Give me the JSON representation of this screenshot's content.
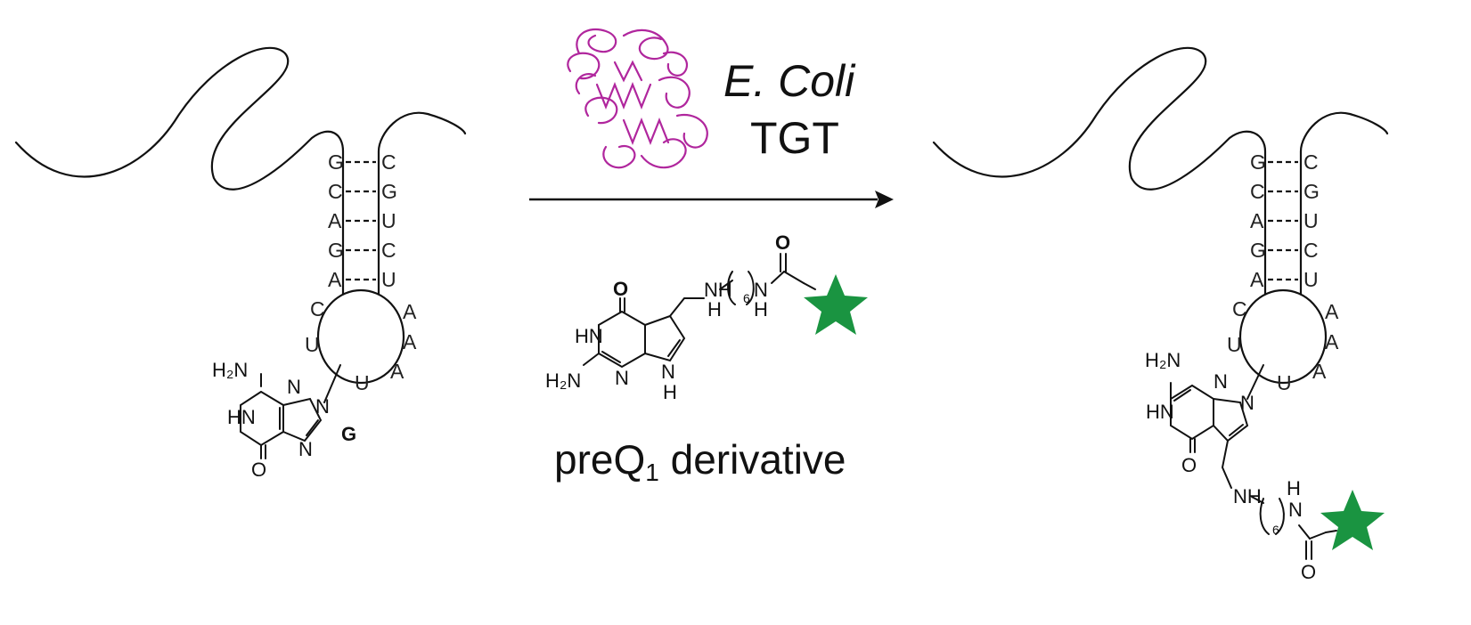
{
  "enzyme": {
    "species": "E. Coli",
    "name": "TGT"
  },
  "substrate": {
    "label_main": "preQ",
    "label_sub": "1",
    "label_rest": " derivative",
    "chain_count": "6"
  },
  "hairpin": {
    "stem_left": [
      "G",
      "C",
      "A",
      "G",
      "A"
    ],
    "stem_right": [
      "C",
      "G",
      "U",
      "C",
      "U"
    ],
    "loop_left": [
      "C",
      "U"
    ],
    "loop_right": [
      "A",
      "A",
      "A",
      "U"
    ]
  },
  "guanine": {
    "amine": "H₂N",
    "nh": "HN",
    "n": "N",
    "o": "O",
    "label": "G"
  },
  "preq": {
    "o": "O",
    "hn": "HN",
    "amine": "H₂N",
    "n": "N",
    "nh_bottom": "H",
    "amide_o": "O",
    "linker_nh": "NH",
    "linker_h": "H",
    "amide_n": "N",
    "amide_h": "H"
  },
  "colors": {
    "protein": "#b0269d",
    "star": "#1a9441",
    "ink": "#111111"
  }
}
